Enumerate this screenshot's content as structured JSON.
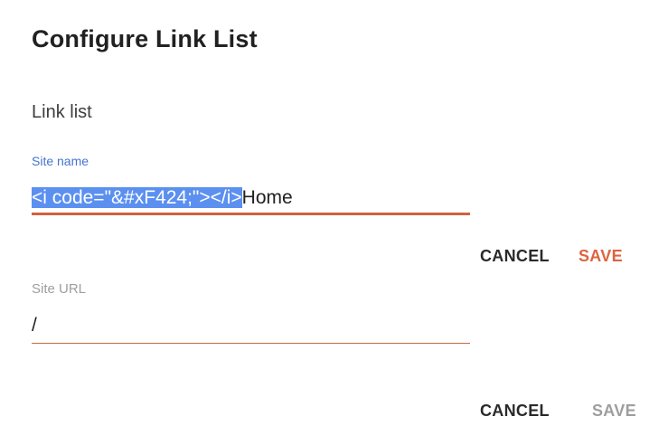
{
  "dialog": {
    "title": "Configure Link List",
    "section_label": "Link list"
  },
  "site_name_field": {
    "label": "Site name",
    "value": "<i code=\"&#xF424;\"></i>Home",
    "selected_text": "<i code=\"&#xF424;\"></i>",
    "unselected_text": "Home",
    "state": "focused-with-selection"
  },
  "site_name_actions": {
    "cancel_label": "CANCEL",
    "save_label": "SAVE",
    "save_enabled": true
  },
  "site_url_field": {
    "label": "Site URL",
    "value": "/",
    "state": "idle"
  },
  "site_url_actions": {
    "cancel_label": "CANCEL",
    "save_label": "SAVE",
    "save_enabled": false
  },
  "colors": {
    "accent_orange": "#DD6440",
    "focus_underline": "#D2613C",
    "thin_underline": "#C9693F",
    "label_blue": "#4575CF",
    "selection_blue": "#5B90F0",
    "selection_text": "#FFFFFF",
    "disabled_gray": "#9E9E9E",
    "idle_label_gray": "#9E9E9E",
    "text_dark": "#212121",
    "background": "#FFFFFF"
  }
}
